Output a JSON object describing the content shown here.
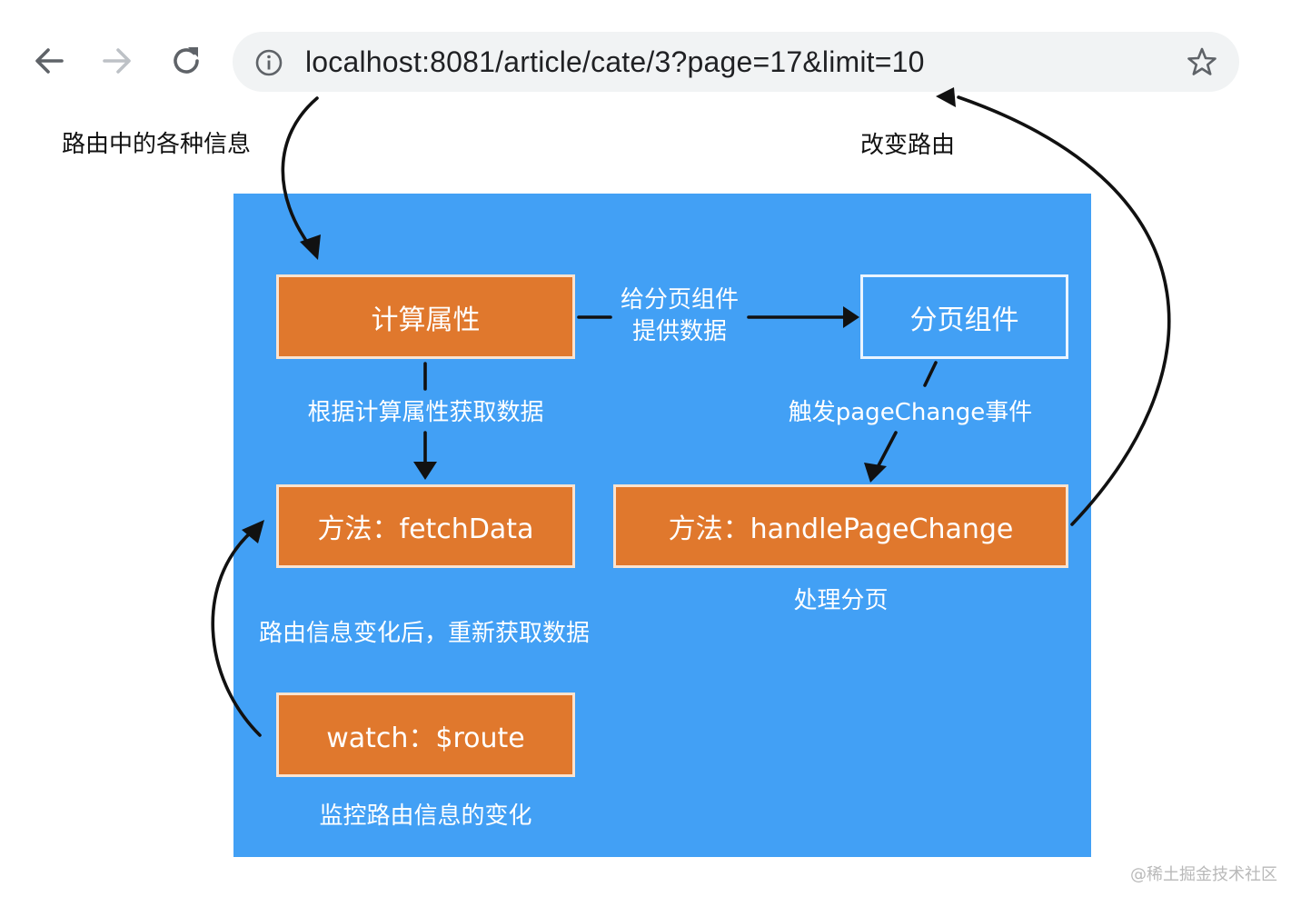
{
  "browser": {
    "url": "localhost:8081/article/cate/3?page=17&limit=10",
    "icons": {
      "back": "arrow-left-icon",
      "forward": "arrow-right-icon",
      "reload": "reload-icon",
      "info": "info-icon",
      "bookmark": "star-icon"
    }
  },
  "annotations": {
    "route_info": "路由中的各种信息",
    "change_route": "改变路由"
  },
  "diagram": {
    "nodes": {
      "computed": "计算属性",
      "pagination": "分页组件",
      "fetch": "方法：fetchData",
      "handle": "方法：handlePageChange",
      "watch": "watch：$route"
    },
    "edge_labels": {
      "provide_line1": "给分页组件",
      "provide_line2": "提供数据",
      "fetch_by_computed": "根据计算属性获取数据",
      "emit_event": "触发pageChange事件",
      "handle_desc": "处理分页",
      "refetch": "路由信息变化后，重新获取数据",
      "watch_desc": "监控路由信息的变化"
    }
  },
  "colors": {
    "panel": "#42a0f5",
    "node": "#e0782d",
    "node_border": "#fbe3cf",
    "arrow": "#111111"
  },
  "watermark": "@稀土掘金技术社区"
}
